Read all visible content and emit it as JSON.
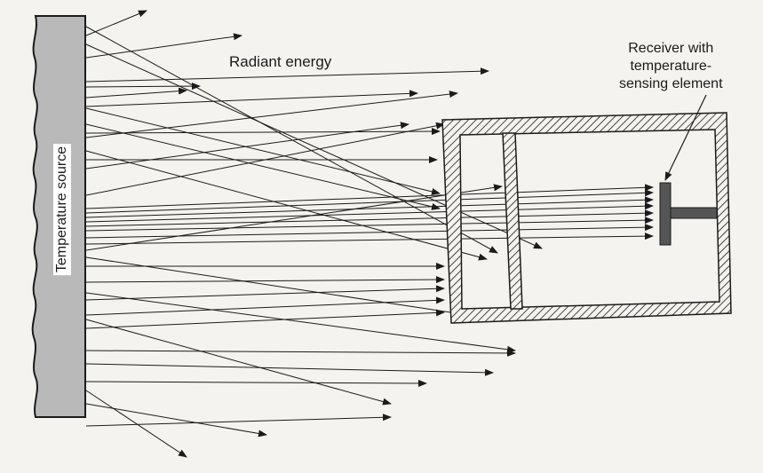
{
  "labels": {
    "radiant_energy": "Radiant energy",
    "receiver_line1": "Receiver with",
    "receiver_line2": "temperature-",
    "receiver_line3": "sensing element",
    "temperature_source": "Temperature source"
  },
  "colors": {
    "ink": "#1b1b1b",
    "source_fill": "#b9b9b9",
    "element_fill": "#555555",
    "background": "#f4f3ef"
  }
}
